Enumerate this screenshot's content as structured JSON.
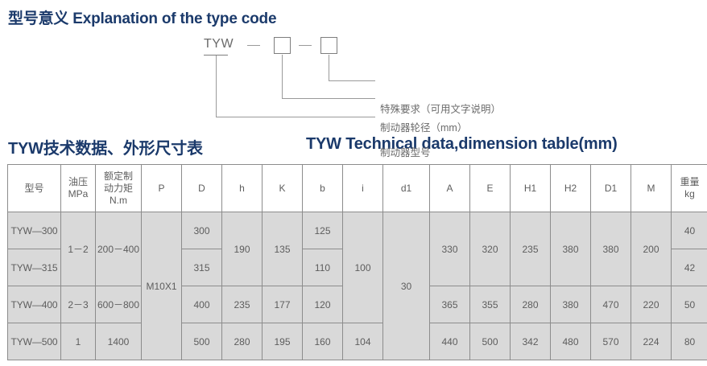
{
  "headings": {
    "typecode": "型号意义 Explanation of the type code",
    "table_cn": "TYW技术数据、外形尺寸表",
    "table_en": "TYW Technical data,dimension table(mm)"
  },
  "type_code": {
    "prefix": "TYW",
    "separator": "—",
    "box_placeholder": "",
    "labels": {
      "special": "特殊要求（可用文字说明）",
      "wheel_diameter": "制动器轮径（mm）",
      "model": "制动器型号"
    }
  },
  "table": {
    "headers": [
      {
        "line1": "型号",
        "line2": "",
        "line3": ""
      },
      {
        "line1": "油压",
        "line2": "MPa",
        "line3": ""
      },
      {
        "line1": "额定制",
        "line2": "动力矩",
        "line3": "N.m"
      },
      {
        "line1": "P",
        "line2": "",
        "line3": ""
      },
      {
        "line1": "D",
        "line2": "",
        "line3": ""
      },
      {
        "line1": "h",
        "line2": "",
        "line3": ""
      },
      {
        "line1": "K",
        "line2": "",
        "line3": ""
      },
      {
        "line1": "b",
        "line2": "",
        "line3": ""
      },
      {
        "line1": "i",
        "line2": "",
        "line3": ""
      },
      {
        "line1": "d1",
        "line2": "",
        "line3": ""
      },
      {
        "line1": "A",
        "line2": "",
        "line3": ""
      },
      {
        "line1": "E",
        "line2": "",
        "line3": ""
      },
      {
        "line1": "H1",
        "line2": "",
        "line3": ""
      },
      {
        "line1": "H2",
        "line2": "",
        "line3": ""
      },
      {
        "line1": "D1",
        "line2": "",
        "line3": ""
      },
      {
        "line1": "M",
        "line2": "",
        "line3": ""
      },
      {
        "line1": "重量",
        "line2": "kg",
        "line3": ""
      }
    ],
    "rows": [
      {
        "model": "TYW—300",
        "pressure": "1－2",
        "torque": "200－400",
        "P": "M10X1",
        "D": "300",
        "h": "190",
        "K": "135",
        "b": "125",
        "i": "100",
        "d1": "30",
        "A": "330",
        "E": "320",
        "H1": "235",
        "H2": "380",
        "D1": "380",
        "M": "200",
        "weight": "40"
      },
      {
        "model": "TYW—315",
        "D": "315",
        "b": "110",
        "weight": "42"
      },
      {
        "model": "TYW—400",
        "pressure": "2－3",
        "torque": "600－800",
        "D": "400",
        "h": "235",
        "K": "177",
        "b": "120",
        "A": "365",
        "E": "355",
        "H1": "280",
        "H2": "380",
        "D1": "470",
        "M": "220",
        "weight": "50"
      },
      {
        "model": "TYW—500",
        "pressure": "1",
        "torque": "1400",
        "D": "500",
        "h": "280",
        "K": "195",
        "b": "160",
        "i": "104",
        "A": "440",
        "E": "500",
        "H1": "342",
        "H2": "480",
        "D1": "570",
        "M": "224",
        "weight": "80"
      }
    ]
  },
  "colors": {
    "heading": "#1b3a6b",
    "cell_fill": "#d9d9d9",
    "border": "#8c8c8c",
    "text": "#5d5d5d"
  }
}
